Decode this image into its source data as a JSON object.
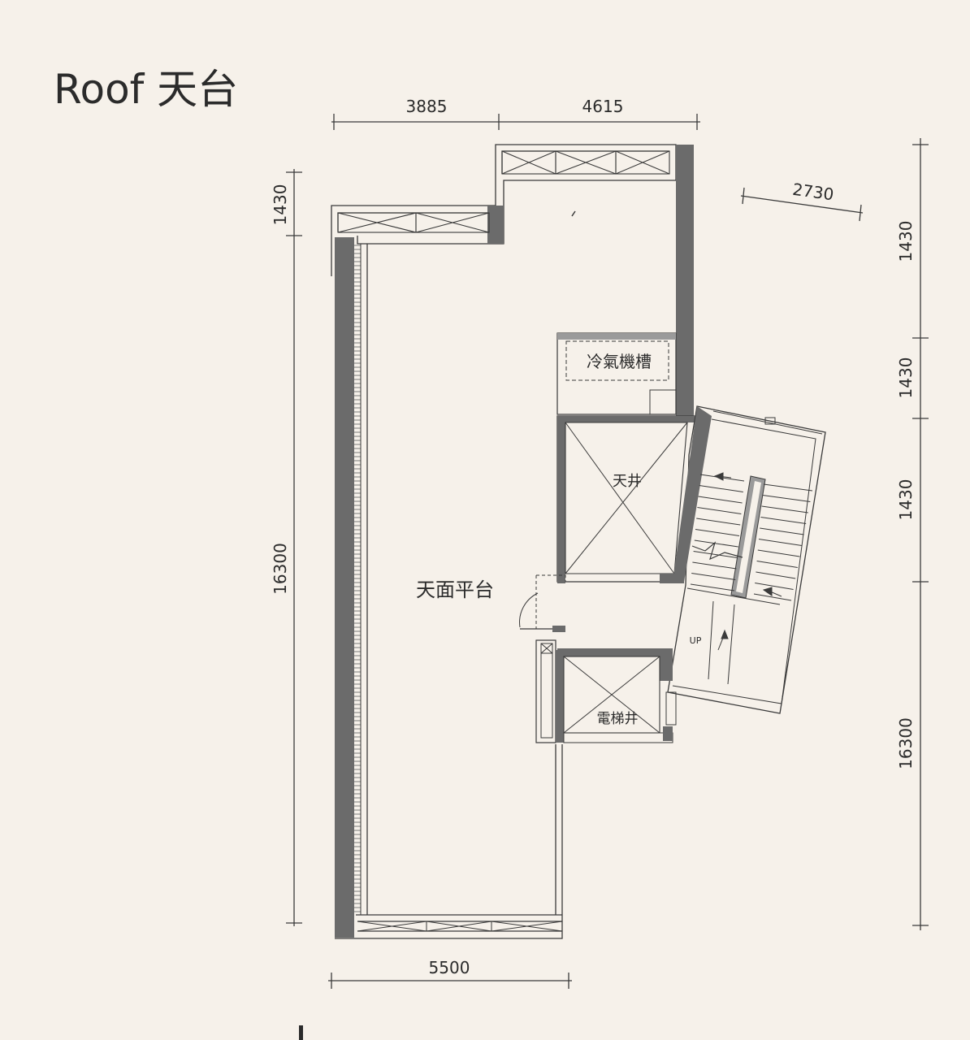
{
  "title": "Roof 天台",
  "dimensions": {
    "top_left": "3885",
    "top_right": "4615",
    "left_small": "1430",
    "left_large": "16300",
    "bottom": "5500",
    "diagonal": "2730",
    "right_1": "1430",
    "right_2": "1430",
    "right_3": "1430",
    "right_4": "16300"
  },
  "rooms": {
    "ac_platform": "冷氣機槽",
    "skylight": "天井",
    "roof_terrace": "天面平台",
    "lift_shaft": "電梯井",
    "stair_up": "UP"
  },
  "colors": {
    "background": "#f6f1ea",
    "wall": "#6b6b6b",
    "line": "#3a3a3a"
  }
}
